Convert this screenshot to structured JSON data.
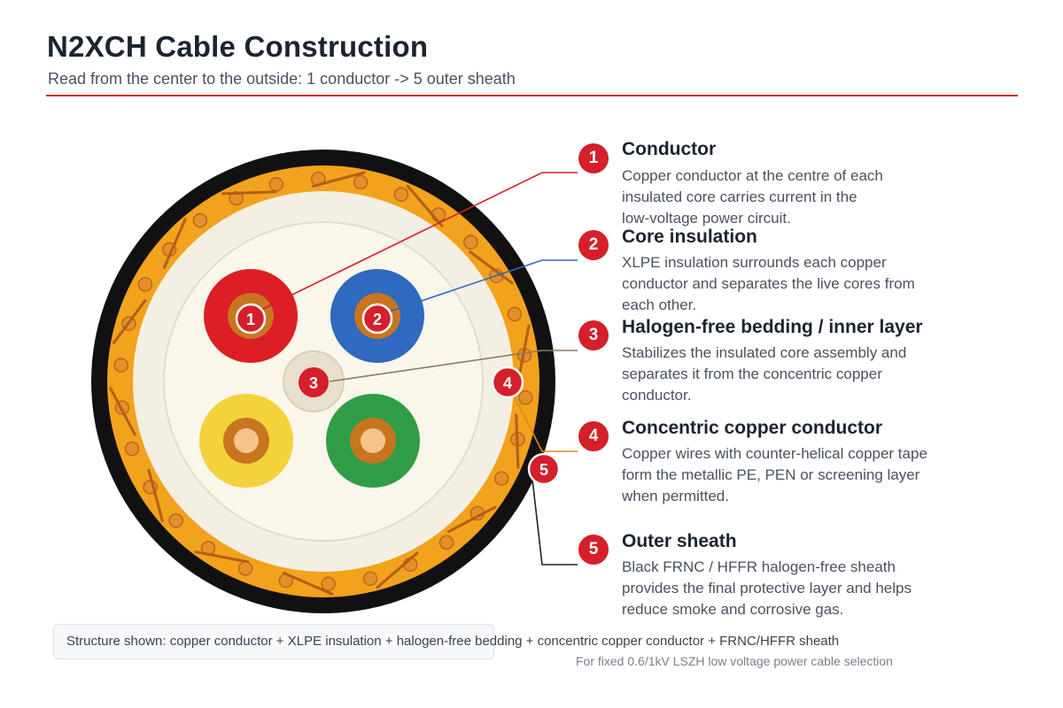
{
  "header": {
    "title": "N2XCH Cable Construction",
    "subtitle": "Read from the center to the outside: 1 conductor -> 5 outer sheath"
  },
  "colors": {
    "accent": "#d51f2a",
    "sheath": "#111111",
    "concentric_layer": "#f2a21c",
    "bedding": "#f3efe3",
    "core_red": "#dc1f26",
    "core_blue": "#2f69c0",
    "core_yellow": "#f2d33c",
    "core_green": "#2f9d48",
    "copper": "#c8751f"
  },
  "layers": [
    {
      "number": "1",
      "title": "Conductor",
      "description": "Copper conductor at the centre of each insulated core carries current in the low-voltage power circuit."
    },
    {
      "number": "2",
      "title": "Core insulation",
      "description": "XLPE insulation surrounds each copper conductor and separates the live cores from each other."
    },
    {
      "number": "3",
      "title": "Halogen-free bedding / inner layer",
      "description": "Stabilizes the insulated core assembly and separates it from the concentric copper conductor."
    },
    {
      "number": "4",
      "title": "Concentric copper conductor",
      "description": "Copper wires with counter-helical copper tape form the metallic PE, PEN or screening layer when permitted."
    },
    {
      "number": "5",
      "title": "Outer sheath",
      "description": "Black FRNC / HFFR halogen-free sheath provides the final protective layer and helps reduce smoke and corrosive gas."
    }
  ],
  "diagram_markers": [
    "1",
    "2",
    "3",
    "4",
    "5"
  ],
  "footer": {
    "structure_note": "Structure shown: copper conductor + XLPE insulation + halogen-free bedding + concentric copper conductor + FRNC/HFFR sheath",
    "footnote": "For fixed 0.6/1kV LSZH low voltage power cable selection"
  }
}
